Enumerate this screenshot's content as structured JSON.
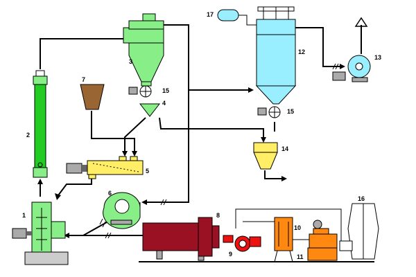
{
  "labels": {
    "n1": "1",
    "n2": "2",
    "n3": "3",
    "n4": "4",
    "n5": "5",
    "n6": "6",
    "n7": "7",
    "n8": "8",
    "n9": "9",
    "n10": "10",
    "n11": "11",
    "n12": "12",
    "n13": "13",
    "n14": "14",
    "n15a": "15",
    "n15b": "15",
    "n16": "16",
    "n17": "17"
  },
  "colors": {
    "green": "#88ee88",
    "green_dark": "#22aa22",
    "cyan": "#99eeff",
    "yellow": "#ffee66",
    "brown": "#996633",
    "maroon": "#991122",
    "red": "#ee1111",
    "orange": "#ff8811",
    "gray": "#cccccc"
  }
}
